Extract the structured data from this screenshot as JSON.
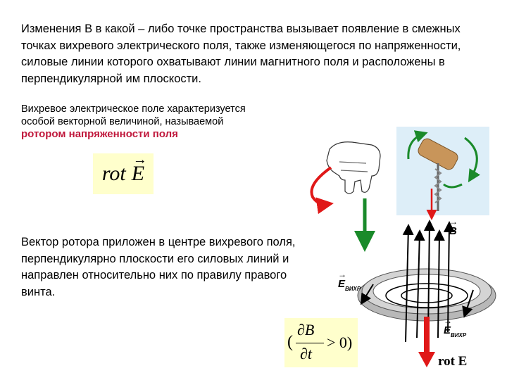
{
  "intro_text": "Изменения В в какой – либо точке пространства вызывает появление в смежных точках вихревого электрического поля, также изменяющегося по напряженности, силовые линии которого охватывают линии магнитного поля и расположены в перпендикулярной им плоскости.",
  "description": {
    "line1": "Вихревое электрическое поле характеризуется",
    "line2": "особой векторной величиной, называемой",
    "highlight": "ротором напряженности поля"
  },
  "formula_rot": {
    "op": "rot",
    "var": "E",
    "arrow": "→"
  },
  "vector_text": "Вектор ротора приложен в центре вихревого поля, перпендикулярно плоскости его силовых линий и направлен относительно них по правилу правого винта.",
  "derivative": {
    "open": "(",
    "numerator": "∂B",
    "denominator": "∂t",
    "rest": "> 0)"
  },
  "figure_labels": {
    "b_vector": "B",
    "e_vortex_main": "E",
    "e_vortex_sub": "ВИХР",
    "rot_e": "rot E"
  },
  "colors": {
    "accent_text": "#c0183c",
    "formula_bg": "#ffffcc",
    "corkscrew_bg": "#ddeef8",
    "green_arrow": "#1a8a2a",
    "red_arrow": "#e01818",
    "ring": "#9a9a9a"
  }
}
